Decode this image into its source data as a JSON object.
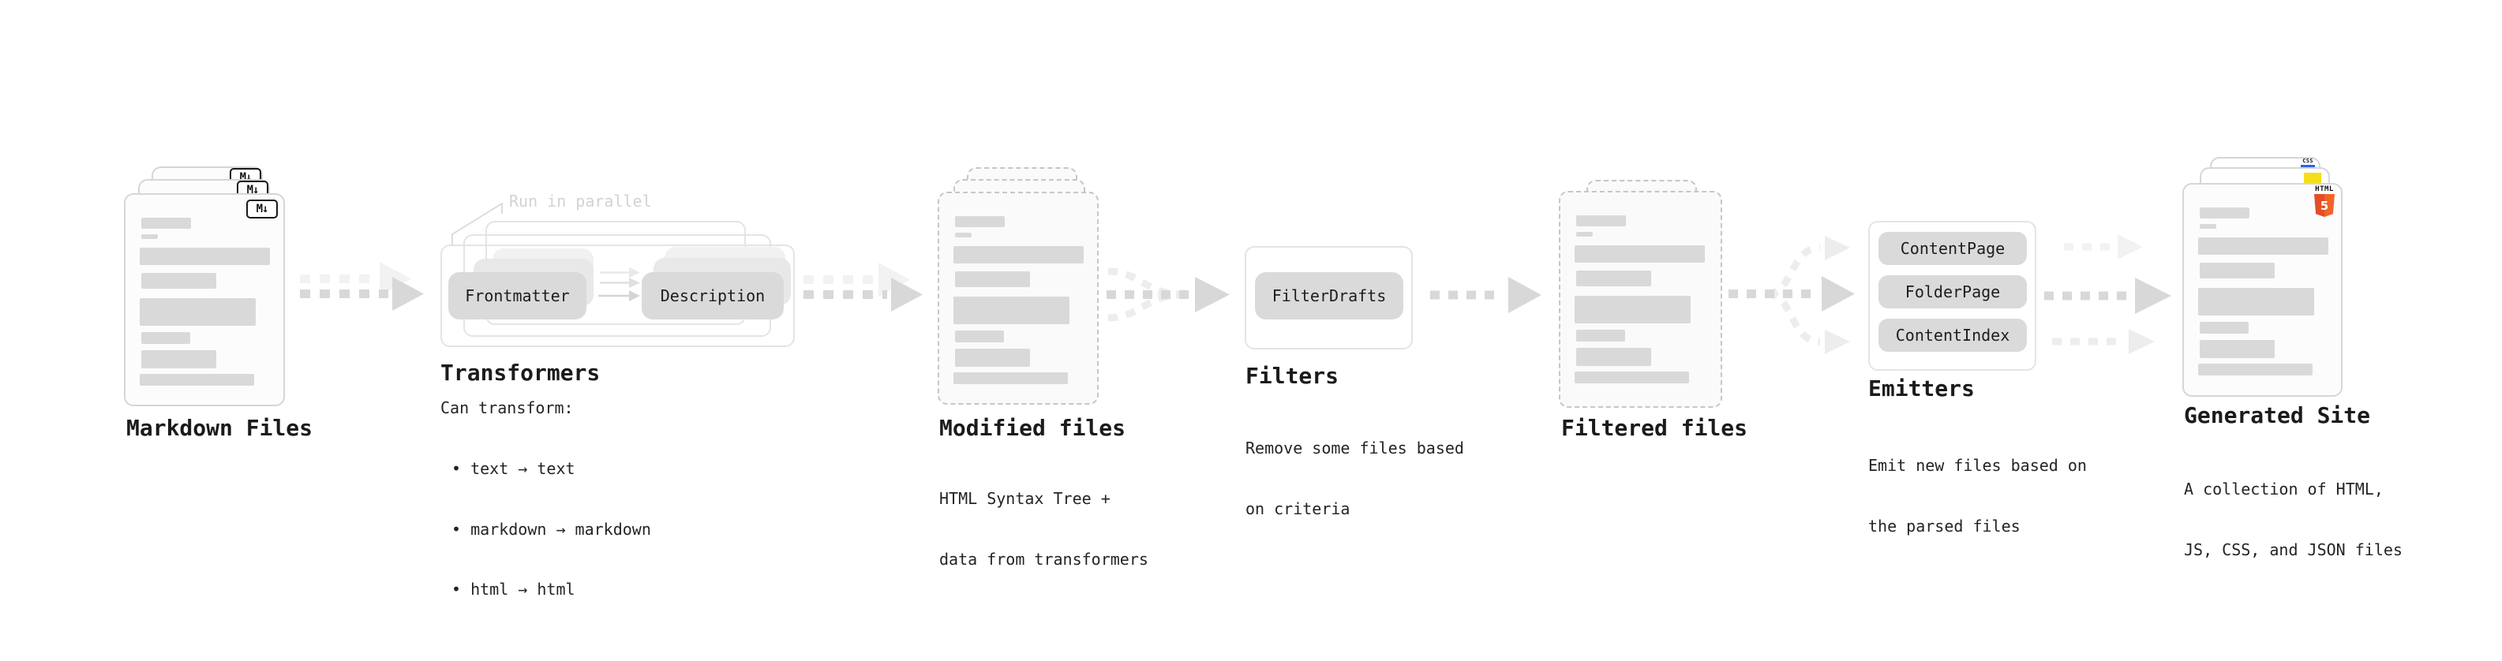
{
  "markdown_files": {
    "label": "Markdown Files",
    "badge": "M↓"
  },
  "transformers": {
    "label": "Transformers",
    "annotation": "Run in parallel",
    "pill_left": "Frontmatter",
    "pill_right": "Description",
    "desc_heading": "Can transform:",
    "bullets": [
      "• text → text",
      "• markdown → markdown",
      "• html → html"
    ]
  },
  "modified_files": {
    "label": "Modified files",
    "desc": [
      "HTML Syntax Tree +",
      "data from transformers"
    ]
  },
  "filters": {
    "label": "Filters",
    "pill": "FilterDrafts",
    "desc": [
      "Remove some files based",
      "on criteria"
    ]
  },
  "filtered_files": {
    "label": "Filtered files"
  },
  "emitters": {
    "label": "Emitters",
    "pills": [
      "ContentPage",
      "FolderPage",
      "ContentIndex"
    ],
    "desc": [
      "Emit new files based on",
      "the parsed files"
    ]
  },
  "generated_site": {
    "label": "Generated Site",
    "desc": [
      "A collection of HTML,",
      "JS, CSS, and JSON files"
    ],
    "css_badge": "CSS",
    "html_badge": "HTML",
    "html5_number": "5"
  },
  "colors": {
    "bar": "#d9d9d9",
    "pill_front": "#dadada",
    "pill_mid": "#e8e8e8",
    "pill_back": "#f1f1f1",
    "arrow_dark": "#d8d8d8",
    "arrow_light": "#f2f2f2",
    "arrow_curve": "#ededed",
    "annotation_gray": "#d2d2d2",
    "html5_orange": "#e44d26",
    "html5_orange_light": "#f16529",
    "js_yellow": "#f5de19",
    "css_blue": "#2c63f0"
  }
}
